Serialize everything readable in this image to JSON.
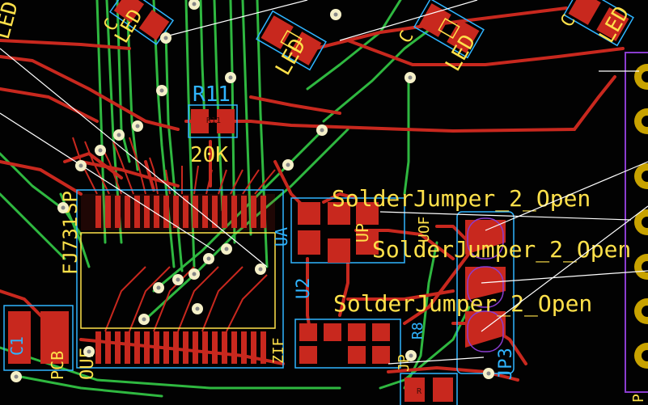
{
  "board": {
    "colors": {
      "background": "#020202",
      "copper_front": "#c8281e",
      "copper_back": "#2fb840",
      "silkscreen": "#ffe14a",
      "fab_cyan": "#2fb4ff",
      "ratsnest": "#ffffff",
      "connector_outline": "#8a3ccf",
      "via": "#f5f0c8"
    },
    "labels": {
      "r11_ref": "R11",
      "r11_pad": "R11",
      "r11_value": "20K",
      "led_1": "LED",
      "led_2": "LED",
      "led_3": "LED",
      "led_4": "LED",
      "led_5": "LED",
      "c_1": "C",
      "c_2": "C",
      "c_3": "C",
      "sj_1": "SolderJumper_2_Open",
      "sj_2": "SolderJumper_2_Open",
      "sj_3": "SolderJumper_2_Open",
      "u2": "U2",
      "fj731": "FJ731",
      "sp": "SP",
      "zif": "ZIF",
      "ouf": "OUF",
      "jp3": "JP3",
      "jp": "JP",
      "pcb": "PCB",
      "partial_r": "R",
      "partial_u": "UP",
      "ua": "UA",
      "r8": "R8",
      "uof": "UOF",
      "c1": "C1",
      "p": "P"
    },
    "icons": {
      "via": "via-icon",
      "thru_hole_pad": "thru-hole-pad-icon"
    }
  }
}
